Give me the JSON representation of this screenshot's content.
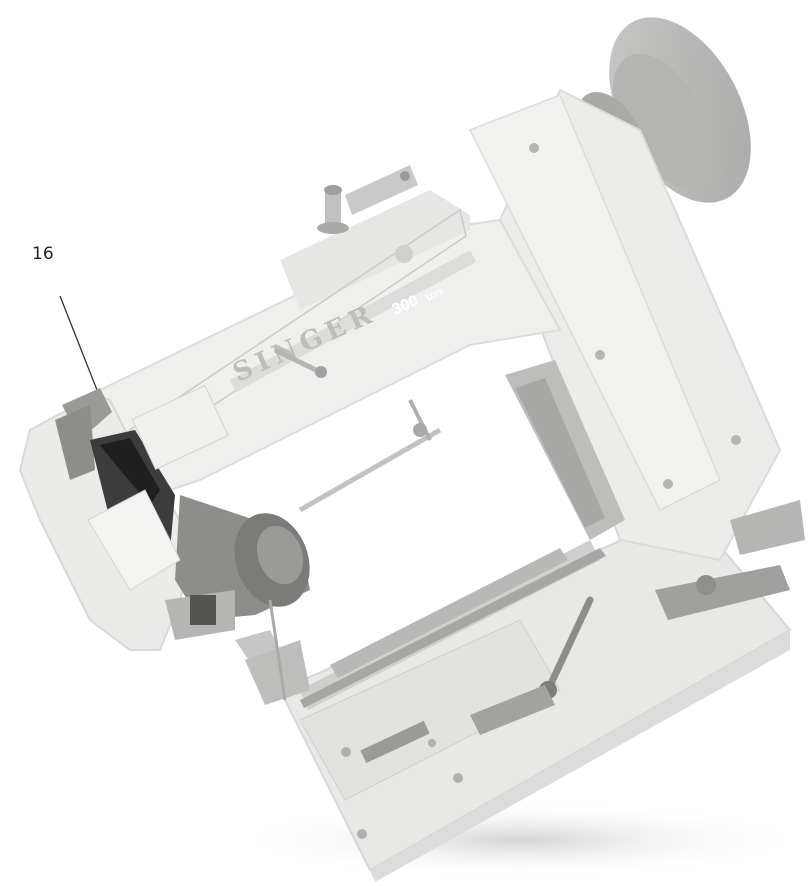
{
  "callout": {
    "number": "16"
  },
  "machine": {
    "brand_text": "SINGER",
    "model_text": "300",
    "model_suffix": "UX5"
  },
  "colors": {
    "body": "#ededec",
    "body_shadow": "#d9d9d7",
    "dark_part": "#3a3a3a",
    "mid_grey": "#bdbdbb",
    "highlight_part": "#8f8f8c"
  }
}
